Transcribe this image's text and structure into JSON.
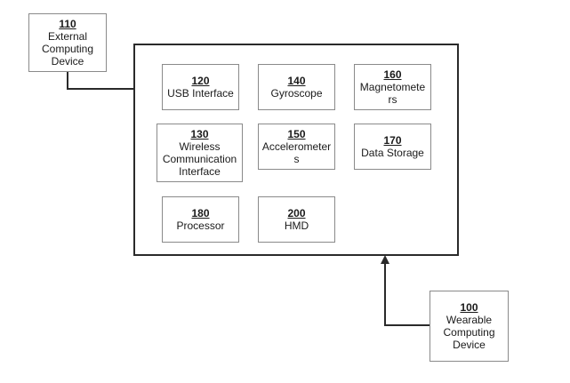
{
  "diagram": {
    "external_device": {
      "number": "110",
      "label": "External\nComputing\nDevice"
    },
    "wearable_device": {
      "number": "100",
      "label": "Wearable\nComputing\nDevice"
    },
    "components": [
      {
        "number": "120",
        "label": "USB Interface"
      },
      {
        "number": "140",
        "label": "Gyroscope"
      },
      {
        "number": "160",
        "label": "Magnetomete\nrs"
      },
      {
        "number": "130",
        "label": "Wireless\nCommunication\nInterface"
      },
      {
        "number": "150",
        "label": "Accelerometer\ns"
      },
      {
        "number": "170",
        "label": "Data Storage"
      },
      {
        "number": "180",
        "label": "Processor"
      },
      {
        "number": "200",
        "label": "HMD"
      }
    ]
  },
  "colors": {
    "frame": "#2a2a2a",
    "box_border": "#8a8a8a",
    "arrow": "#2a2a2a"
  }
}
